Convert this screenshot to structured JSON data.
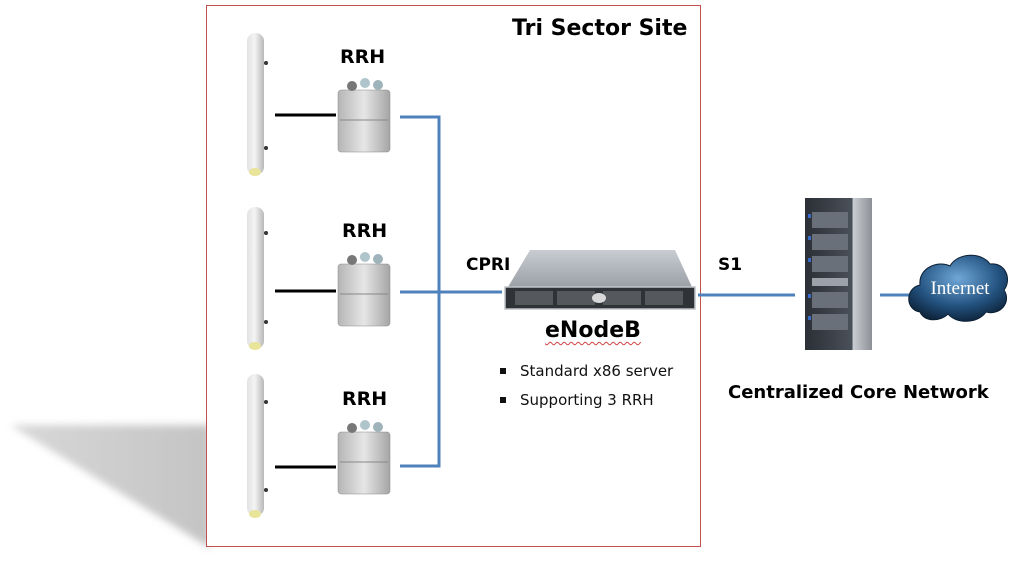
{
  "site": {
    "title": "Tri Sector Site",
    "border_color": "#c0504d",
    "sectors": [
      {
        "label": "RRH"
      },
      {
        "label": "RRH"
      },
      {
        "label": "RRH"
      }
    ]
  },
  "links": {
    "cpri_label": "CPRI",
    "s1_label": "S1",
    "fiber_color": "#4f81bd",
    "feeder_color": "#000000"
  },
  "enodeb": {
    "title": "eNodeB",
    "bullets": [
      "Standard x86 server",
      "Supporting 3 RRH"
    ]
  },
  "core": {
    "label": "Centralized Core Network"
  },
  "internet": {
    "label": "Internet"
  }
}
